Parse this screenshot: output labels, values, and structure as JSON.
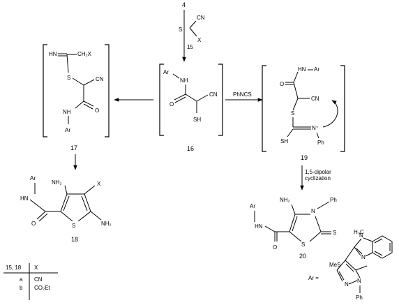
{
  "compounds": {
    "c4": "4",
    "c15": "15",
    "c16": "16",
    "c17": "17",
    "c18": "18",
    "c19": "19",
    "c20": "20"
  },
  "reagents": {
    "ph_ncs": "PhNCS",
    "cyclization_line1": "1,5-dipolar",
    "cyclization_line2": "cyclization"
  },
  "atoms": {
    "S": "S",
    "CN": "CN",
    "X": "X",
    "Ar": "Ar",
    "NH": "NH",
    "HN": "HN",
    "O": "O",
    "SH": "SH",
    "Ph": "Ph",
    "N": "N",
    "NH2": "NH₂",
    "CH2X": "CH₂X",
    "N_plus": "N⁺",
    "MeS": "MeS",
    "H3C": "H₃C"
  },
  "ar_label": "Ar =",
  "table": {
    "header": [
      "15, 18",
      "X"
    ],
    "rows": [
      [
        "a",
        "CN"
      ],
      [
        "b",
        "CO₂Et"
      ]
    ]
  },
  "colors": {
    "ink": "#000000",
    "background": "#ffffff"
  }
}
